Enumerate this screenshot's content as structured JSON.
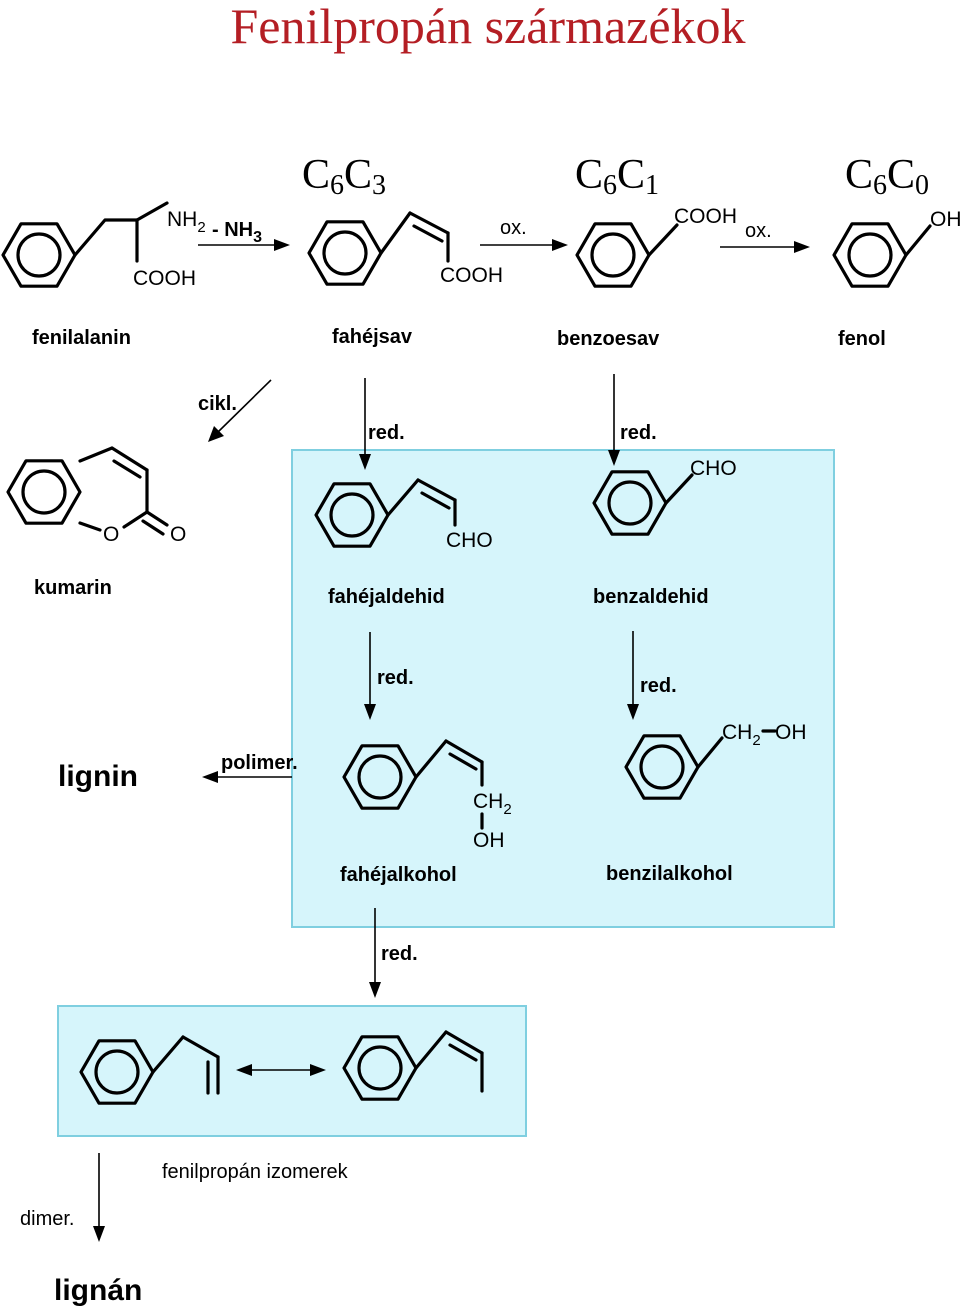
{
  "title": "Fenilpropán származékok",
  "classes": [
    {
      "main": "C",
      "sub1": "6",
      "tail": "C",
      "sub2": "3"
    },
    {
      "main": "C",
      "sub1": "6",
      "tail": "C",
      "sub2": "1"
    },
    {
      "main": "C",
      "sub1": "6",
      "tail": "C",
      "sub2": "0"
    }
  ],
  "atoms": {
    "nh": "NH",
    "nh2_sub": "2",
    "nh3_sub": "3",
    "cooh": "COOH",
    "oh": "OH",
    "cho": "CHO",
    "o": "O",
    "ch": "CH",
    "ch2_sub": "2",
    "minus_nh": "- NH"
  },
  "conditions": {
    "ox": "ox.",
    "red": "red.",
    "cikl": "cikl.",
    "polimer": "polimer.",
    "dimer": "dimer."
  },
  "compounds": {
    "fenilalanin": "fenilalanin",
    "fahejsav": "fahéjsav",
    "benzoesav": "benzoesav",
    "fenol": "fenol",
    "kumarin": "kumarin",
    "fahejaldehid": "fahéjaldehid",
    "benzaldehid": "benzaldehid",
    "fahejalkohol": "fahéjalkohol",
    "benzilalkohol": "benzilalkohol",
    "izomerek": "fenilpropán izomerek"
  },
  "products": {
    "lignin": "lignin",
    "lignan": "lignán"
  },
  "colors": {
    "title": "#b41e24",
    "panel": "#d6f5fb",
    "panel_border": "#7fcfe0"
  }
}
